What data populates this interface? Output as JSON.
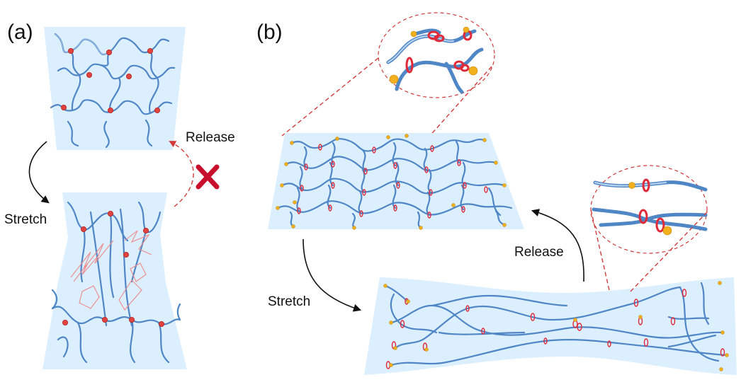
{
  "panels": {
    "a": {
      "label": "(a)",
      "stretch_label": "Stretch",
      "release_label": "Release"
    },
    "b": {
      "label": "(b)",
      "stretch_label": "Stretch",
      "release_label": "Release"
    }
  },
  "colors": {
    "sheet": "#dcefff",
    "chain": "#4f86c6",
    "crosslink": "#e1443e",
    "slide_ring": "#e02a3a",
    "end_bead": "#f2b01e",
    "arrow": "#111111",
    "blocked": "#c8102e"
  },
  "icons": {
    "blocked_release": "cross-mark-icon",
    "fracture": "crack-icon"
  }
}
